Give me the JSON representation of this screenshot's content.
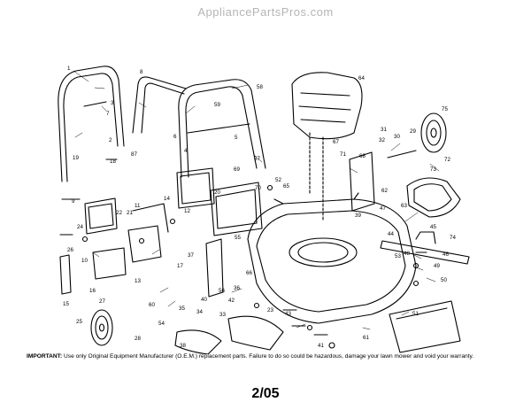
{
  "watermark": "AppliancePartsPros.com",
  "notice": {
    "label": "IMPORTANT:",
    "text": "Use only Original Equipment Manufacturer (O.E.M.) replacement parts. Failure to do so could be hazardous, damage your lawn mower and void your warranty."
  },
  "footer": {
    "date": "2/05"
  },
  "part_numbers": [
    "1",
    "2",
    "3",
    "4",
    "5",
    "6",
    "7",
    "8",
    "9",
    "10",
    "11",
    "12",
    "13",
    "14",
    "15",
    "16",
    "17",
    "18",
    "19",
    "20",
    "21",
    "22",
    "23",
    "24",
    "25",
    "26",
    "27",
    "28",
    "29",
    "30",
    "31",
    "32",
    "33",
    "34",
    "35",
    "36",
    "37",
    "38",
    "39",
    "40",
    "41",
    "42",
    "43",
    "44",
    "45",
    "46",
    "47",
    "48",
    "49",
    "50",
    "51",
    "52",
    "53",
    "54",
    "55",
    "56",
    "57",
    "58",
    "59",
    "60",
    "61",
    "62",
    "63",
    "64",
    "65",
    "66",
    "67",
    "68",
    "69",
    "70",
    "71",
    "72",
    "73",
    "74",
    "75",
    "87"
  ]
}
